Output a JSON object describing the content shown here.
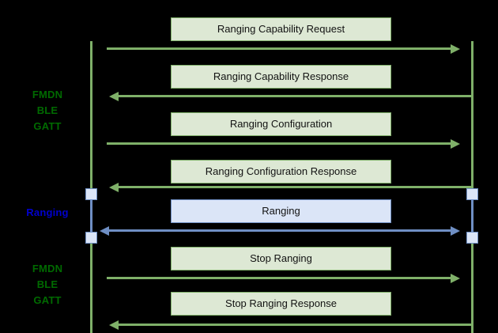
{
  "diagram": {
    "type": "sequence-diagram",
    "background_color": "#000000",
    "colors": {
      "green_line": "#7fb069",
      "green_fill": "#dde8d4",
      "green_text": "#006a00",
      "blue_line": "#6f8fc4",
      "blue_fill": "#dbe5f7",
      "blue_text": "#0000cc"
    },
    "phase_labels": [
      {
        "id": "phase-fmdn-ble-gatt-top",
        "text": "FMDN\nBLE\nGATT",
        "color": "green"
      },
      {
        "id": "phase-ranging",
        "text": "Ranging",
        "color": "blue"
      },
      {
        "id": "phase-fmdn-ble-gatt-bottom",
        "text": "FMDN\nBLE\nGATT",
        "color": "green"
      }
    ],
    "messages": [
      {
        "id": "msg-1",
        "label": "Ranging Capability Request",
        "direction": "right",
        "color": "green"
      },
      {
        "id": "msg-2",
        "label": "Ranging Capability Response",
        "direction": "left",
        "color": "green"
      },
      {
        "id": "msg-3",
        "label": "Ranging Configuration",
        "direction": "right",
        "color": "green"
      },
      {
        "id": "msg-4",
        "label": "Ranging Configuration Response",
        "direction": "left",
        "color": "green"
      },
      {
        "id": "msg-5",
        "label": "Ranging",
        "direction": "both",
        "color": "blue"
      },
      {
        "id": "msg-6",
        "label": "Stop Ranging",
        "direction": "right",
        "color": "green"
      },
      {
        "id": "msg-7",
        "label": "Stop Ranging Response",
        "direction": "left",
        "color": "green"
      }
    ]
  }
}
